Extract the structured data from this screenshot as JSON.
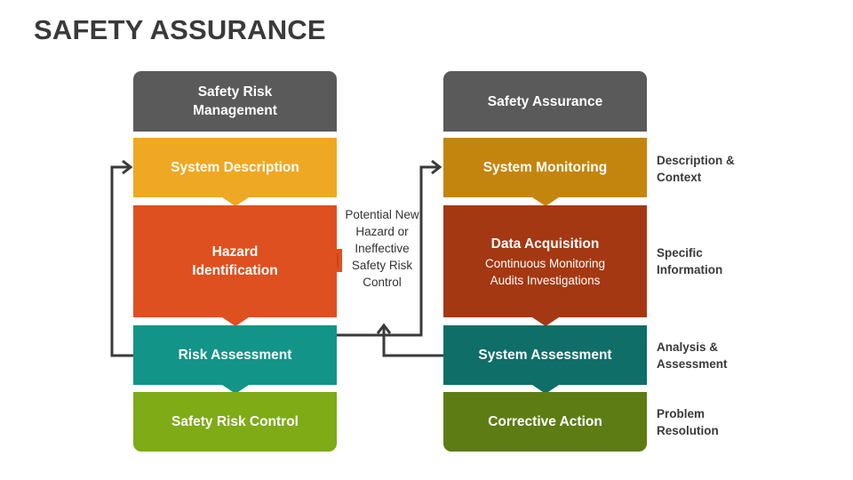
{
  "title": "SAFETY ASSURANCE",
  "left": {
    "header": "Safety Risk Management",
    "blocks": [
      "System Description",
      "Hazard Identification",
      "Risk Assessment",
      "Safety Risk Control"
    ]
  },
  "right": {
    "header": "Safety Assurance",
    "blocks": [
      {
        "title": "System Monitoring"
      },
      {
        "title": "Data Acquisition",
        "sub1": "Continuous Monitoring",
        "sub2": "Audits Investigations"
      },
      {
        "title": "System Assessment"
      },
      {
        "title": "Corrective Action"
      }
    ]
  },
  "middle_text": "Potential New Hazard or Ineffective Safety Risk Control",
  "side_labels": [
    "Description & Context",
    "Specific Information",
    "Analysis & Assessment",
    "Problem Resolution"
  ],
  "colors": {
    "header": "#5a5a5a",
    "left": [
      "#eea824",
      "#de5020",
      "#129488",
      "#7eab16"
    ],
    "right": [
      "#c4850f",
      "#a43812",
      "#0f6e67",
      "#5d7d14"
    ],
    "connector": "#3a3a3a"
  }
}
